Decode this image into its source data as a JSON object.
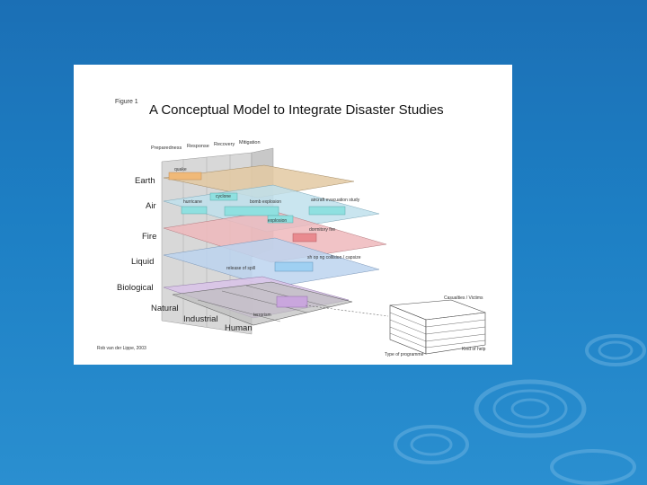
{
  "figure": {
    "label": "Figure 1",
    "title": "A Conceptual Model to Integrate Disaster Studies",
    "phases": [
      "Preparedness",
      "Response",
      "Recovery",
      "Mitigation"
    ],
    "layers": [
      "Earth",
      "Air",
      "Fire",
      "Liquid",
      "Biological"
    ],
    "axis_categories": [
      "Natural",
      "Industrial",
      "Human"
    ],
    "event_tags": {
      "quake": "quake",
      "cyclone": "cyclone",
      "hurricane": "hurricane",
      "bomb_explosion": "bomb explosion",
      "aircraft_evacuation": "aircraft evacuation study",
      "explosion": "explosion",
      "dormitory_fire": "dormitory fire",
      "release_of_spill": "release of spill",
      "mass_casualty": "sh op ng collision / capsize",
      "terrorism": "terrorism"
    },
    "inset": {
      "top_label": "Casualties / Victims",
      "right_label": "Kind of help",
      "bottom_label": "Type of programme"
    },
    "credit": "Rob van der Lippe, 2003"
  },
  "colors": {
    "earth_layer": "#e3c9a2",
    "air_layer": "#bfe0ec",
    "fire_layer": "#efb8bc",
    "liquid_layer": "#bcd3ee",
    "bio_layer": "#d9c4e8",
    "block_orange": "#f0b978",
    "block_teal": "#8fe0e0",
    "block_red": "#e98a8f",
    "block_blue": "#9fd0f2",
    "block_purple": "#c9a6dd"
  }
}
